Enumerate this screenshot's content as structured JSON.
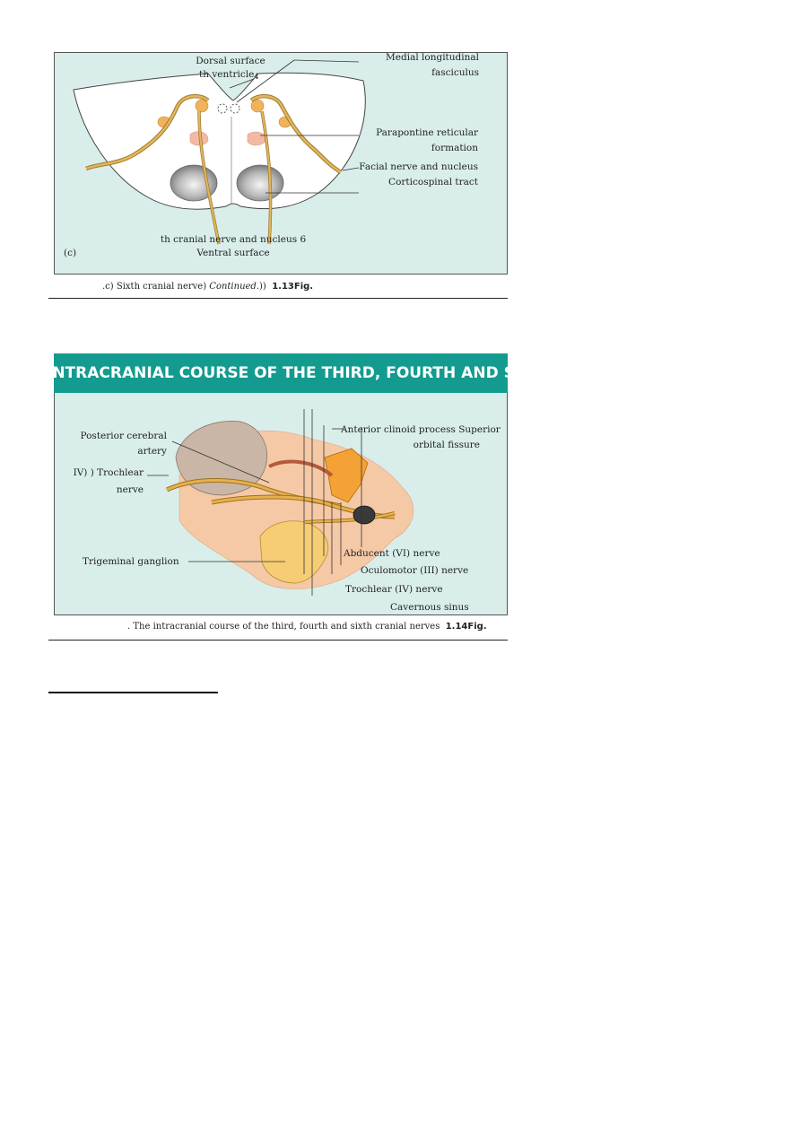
{
  "fig13": {
    "labels": {
      "dorsal_surface": "Dorsal surface",
      "th_ventricle": "th ventricle",
      "ventricle_num": "4",
      "medial_1": "Medial longitudinal",
      "medial_2": "fasciculus",
      "parapontine_1": "Parapontine reticular",
      "parapontine_2": "formation",
      "facial": "Facial nerve and nucleus",
      "corticospinal": "Corticospinal tract",
      "cranial_nerve": "th cranial nerve and nucleus 6",
      "ventral": "Ventral surface",
      "panel_tag": "(c)"
    },
    "caption": {
      "text": ".c) Sixth cranial nerve) ",
      "italic": "Continued.",
      "close": "))",
      "fig_no": "1.13Fig."
    }
  },
  "fig14": {
    "banner": "INTRACRANIAL COURSE OF THE THIRD,  FOURTH AND SIXTH",
    "labels": {
      "posterior_1": "Posterior cerebral",
      "posterior_2": "artery",
      "trochlear_1": "IV) ) Trochlear",
      "trochlear_2": "nerve",
      "trigeminal": "Trigeminal ganglion",
      "anterior_1": "Anterior clinoid process Superior",
      "anterior_2": "orbital fissure",
      "abducent": "Abducent (VI) nerve",
      "oculomotor": "Oculomotor (III) nerve",
      "trochlear_iv": "Trochlear (IV) nerve",
      "cavernous": "Cavernous sinus"
    },
    "caption": {
      "text": ". The intracranial  course of the third, fourth and sixth cranial nerves ",
      "fig_no": "1.14Fig."
    }
  },
  "colors": {
    "panel_bg": "#d9eeea",
    "banner": "#139b90",
    "nerve": "#d7a640",
    "nucleus": "#f0b25a",
    "reticular": "#f4b9a6",
    "tract": "#9a9a9a",
    "tissue": "#f5c9a6",
    "brain": "#c9b6a6"
  }
}
